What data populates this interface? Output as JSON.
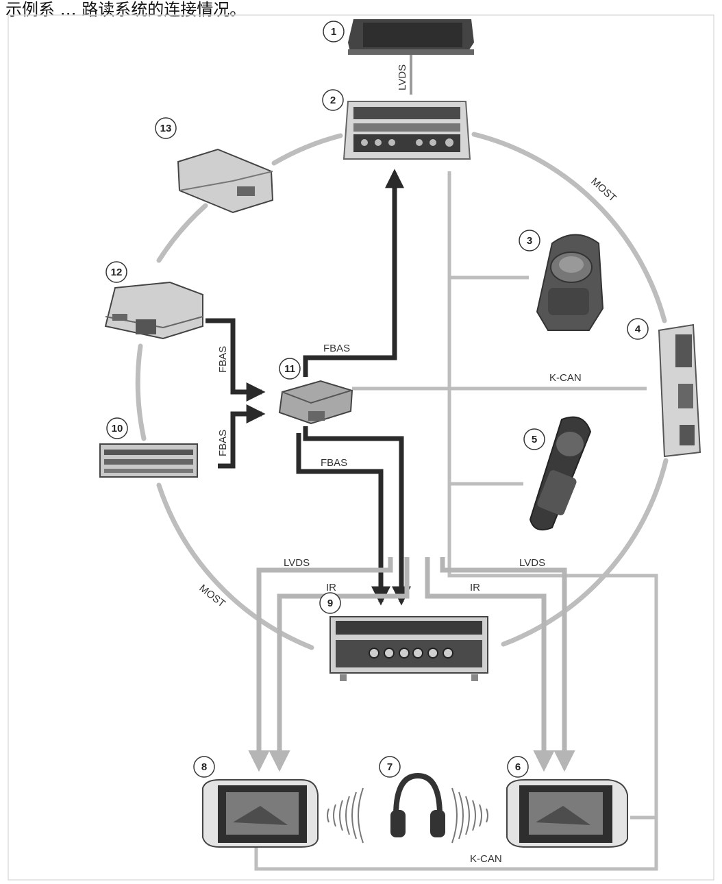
{
  "header": {
    "text": "示例系 … 路读系统的连接情况。"
  },
  "colors": {
    "bus": "#bdbdbd",
    "video": "#2a2a2a",
    "device_dark": "#4a4a4a",
    "device_light": "#cfcfcf"
  },
  "components": {
    "c1": {
      "number": "1",
      "icon": "central-display-icon"
    },
    "c2": {
      "number": "2",
      "icon": "audio-head-unit-icon"
    },
    "c3": {
      "number": "3",
      "icon": "idrive-controller-icon"
    },
    "c4": {
      "number": "4",
      "icon": "control-module-icon"
    },
    "c5": {
      "number": "5",
      "icon": "remote-control-icon"
    },
    "c6": {
      "number": "6",
      "icon": "rear-display-right-icon"
    },
    "c7": {
      "number": "7",
      "icon": "headphones-icon"
    },
    "c8": {
      "number": "8",
      "icon": "rear-display-left-icon"
    },
    "c9": {
      "number": "9",
      "icon": "rear-entertainment-unit-icon"
    },
    "c10": {
      "number": "10",
      "icon": "dvd-changer-icon"
    },
    "c11": {
      "number": "11",
      "icon": "video-module-icon"
    },
    "c12": {
      "number": "12",
      "icon": "tv-module-icon"
    },
    "c13": {
      "number": "13",
      "icon": "amplifier-module-icon"
    }
  },
  "labels": {
    "lvds_top": "LVDS",
    "most_right": "MOST",
    "most_left": "MOST",
    "kcan_mid": "K-CAN",
    "kcan_bottom": "K-CAN",
    "fbas_12": "FBAS",
    "fbas_10": "FBAS",
    "fbas_up": "FBAS",
    "fbas_down": "FBAS",
    "lvds_left": "LVDS",
    "ir_left": "IR",
    "ir_right": "IR",
    "lvds_right": "LVDS"
  }
}
